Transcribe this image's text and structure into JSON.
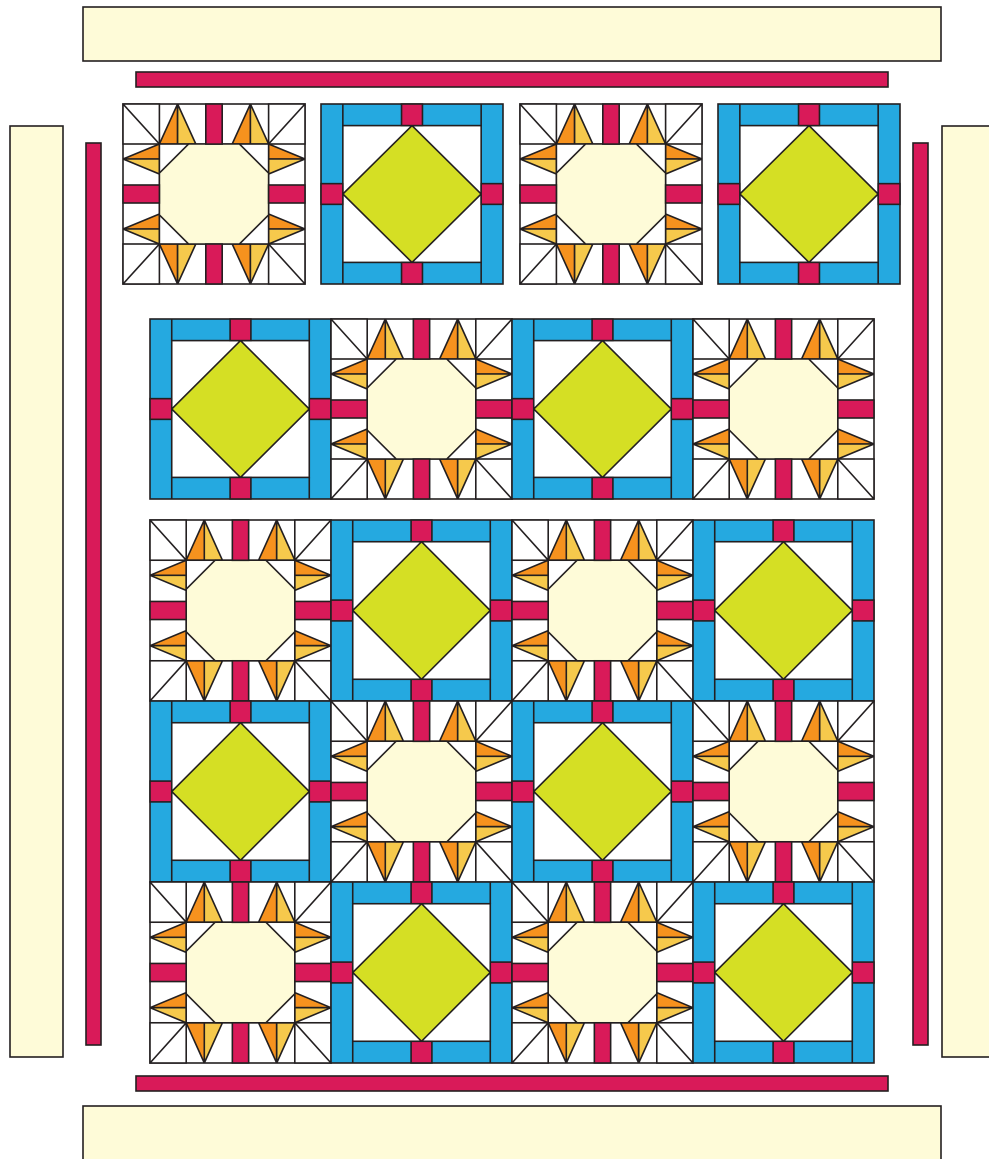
{
  "colors": {
    "background": "#ffffff",
    "outline": "#231f20",
    "cream": "#fefbd8",
    "magenta": "#d91a59",
    "blue": "#25a9e0",
    "lime": "#d5df24",
    "orange": "#f6921e",
    "gold": "#f6c94c",
    "white": "#ffffff"
  },
  "layout": {
    "sections": [
      {
        "name": "top-blocks-row",
        "pattern": [
          "star",
          "frame",
          "star",
          "frame"
        ]
      },
      {
        "name": "middle-blocks-row",
        "pattern": [
          "frame",
          "star",
          "frame",
          "star"
        ]
      },
      {
        "name": "quilt-center",
        "rows": [
          [
            "star",
            "frame",
            "star",
            "frame"
          ],
          [
            "frame",
            "star",
            "frame",
            "star"
          ],
          [
            "star",
            "frame",
            "star",
            "frame"
          ]
        ]
      }
    ],
    "borders": [
      "outer-border-top",
      "outer-border-bottom",
      "outer-border-left",
      "outer-border-right"
    ],
    "inner_borders": [
      "inner-border-top",
      "inner-border-bottom",
      "inner-border-left",
      "inner-border-right"
    ]
  }
}
